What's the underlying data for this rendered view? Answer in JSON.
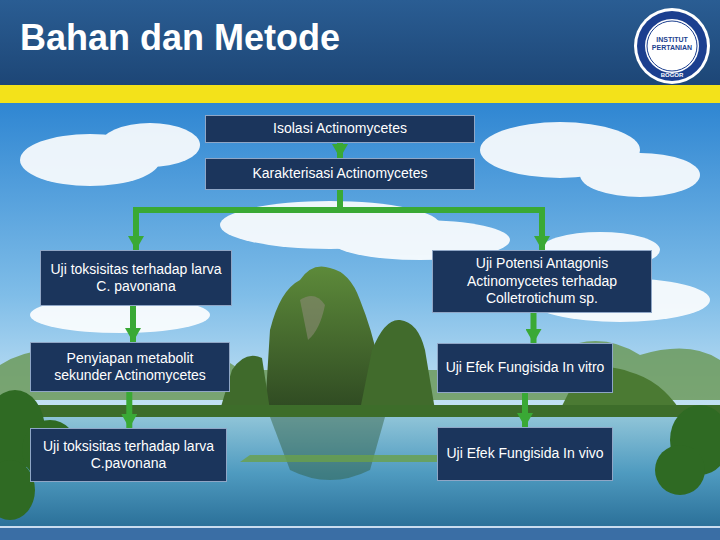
{
  "diagram": {
    "title": "Bahan dan Metode",
    "nodes": [
      {
        "text": [
          "Isolasi Actinomycetes"
        ]
      },
      {
        "text": [
          "Karakterisasi Actinomycetes"
        ]
      },
      {
        "text": [
          "Uji toksisitas terhadap larva C. pavonana"
        ]
      },
      {
        "text": [
          "Uji Potensi Antagonis Actinomycetes terhadap Colletrotichum sp."
        ]
      },
      {
        "text": [
          "Penyiapan metabolit sekunder Actinomycetes"
        ]
      },
      {
        "text": [
          "Uji Efek Fungisida In vitro"
        ]
      },
      {
        "text": [
          "Uji toksisitas terhadap larva C.pavonana"
        ]
      },
      {
        "text": [
          "Uji Efek Fungisida In vivo"
        ]
      }
    ],
    "edges": [
      {
        "from": 0,
        "to": 1,
        "arrow": "to"
      },
      {
        "from": 1,
        "to": 2,
        "arrow": "to"
      },
      {
        "from": 1,
        "to": 3,
        "arrow": "to"
      },
      {
        "from": 2,
        "to": 4,
        "arrow": "to"
      },
      {
        "from": 4,
        "to": 6,
        "arrow": "to"
      },
      {
        "from": 3,
        "to": 5,
        "arrow": "to"
      },
      {
        "from": 5,
        "to": 7,
        "arrow": "to"
      }
    ],
    "labels": [
      "INSTITUT PERTANIAN",
      "BOGOR"
    ]
  }
}
